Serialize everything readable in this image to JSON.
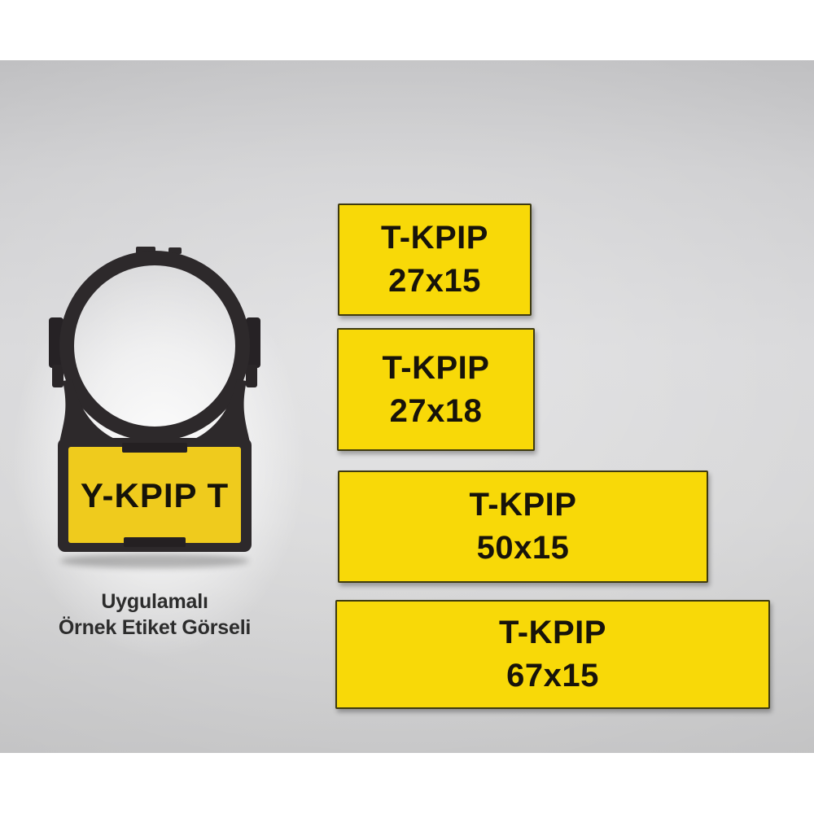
{
  "product": {
    "label_text": "Y-KPIP T",
    "caption_line1": "Uygulamalı",
    "caption_line2": "Örnek Etiket Görseli"
  },
  "labels": [
    {
      "name": "T-KPIP",
      "size": "27x15"
    },
    {
      "name": "T-KPIP",
      "size": "27x18"
    },
    {
      "name": "T-KPIP",
      "size": "50x15"
    },
    {
      "name": "T-KPIP",
      "size": "67x15"
    }
  ],
  "colors": {
    "tag_yellow": "#f8d908",
    "tag_border_olive": "#3e3a10",
    "tag_text": "#17130a",
    "holder_body": "#2d292b",
    "holder_label_yellow": "#efcb1d",
    "caption_text": "#2c2c2c",
    "band_gray_dark": "#c0c0c2",
    "band_gray_light": "#d6d6d8",
    "page_white": "#ffffff"
  }
}
